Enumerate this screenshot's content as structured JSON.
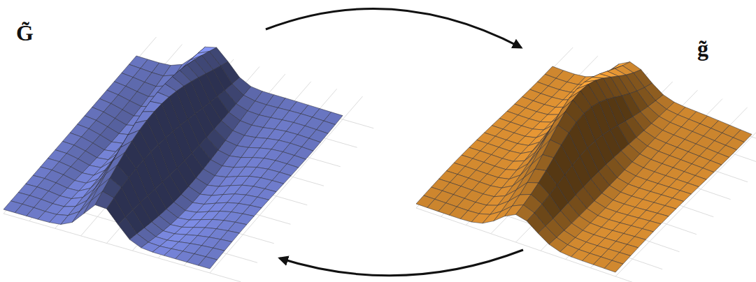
{
  "diagram": {
    "nodes": [
      {
        "text": [
          "G̃"
        ]
      },
      {
        "text": [
          "g̃"
        ]
      }
    ],
    "edges": [
      {
        "from": 0,
        "to": 1,
        "arrow": "to"
      },
      {
        "from": 1,
        "to": 0,
        "arrow": "to"
      }
    ]
  }
}
